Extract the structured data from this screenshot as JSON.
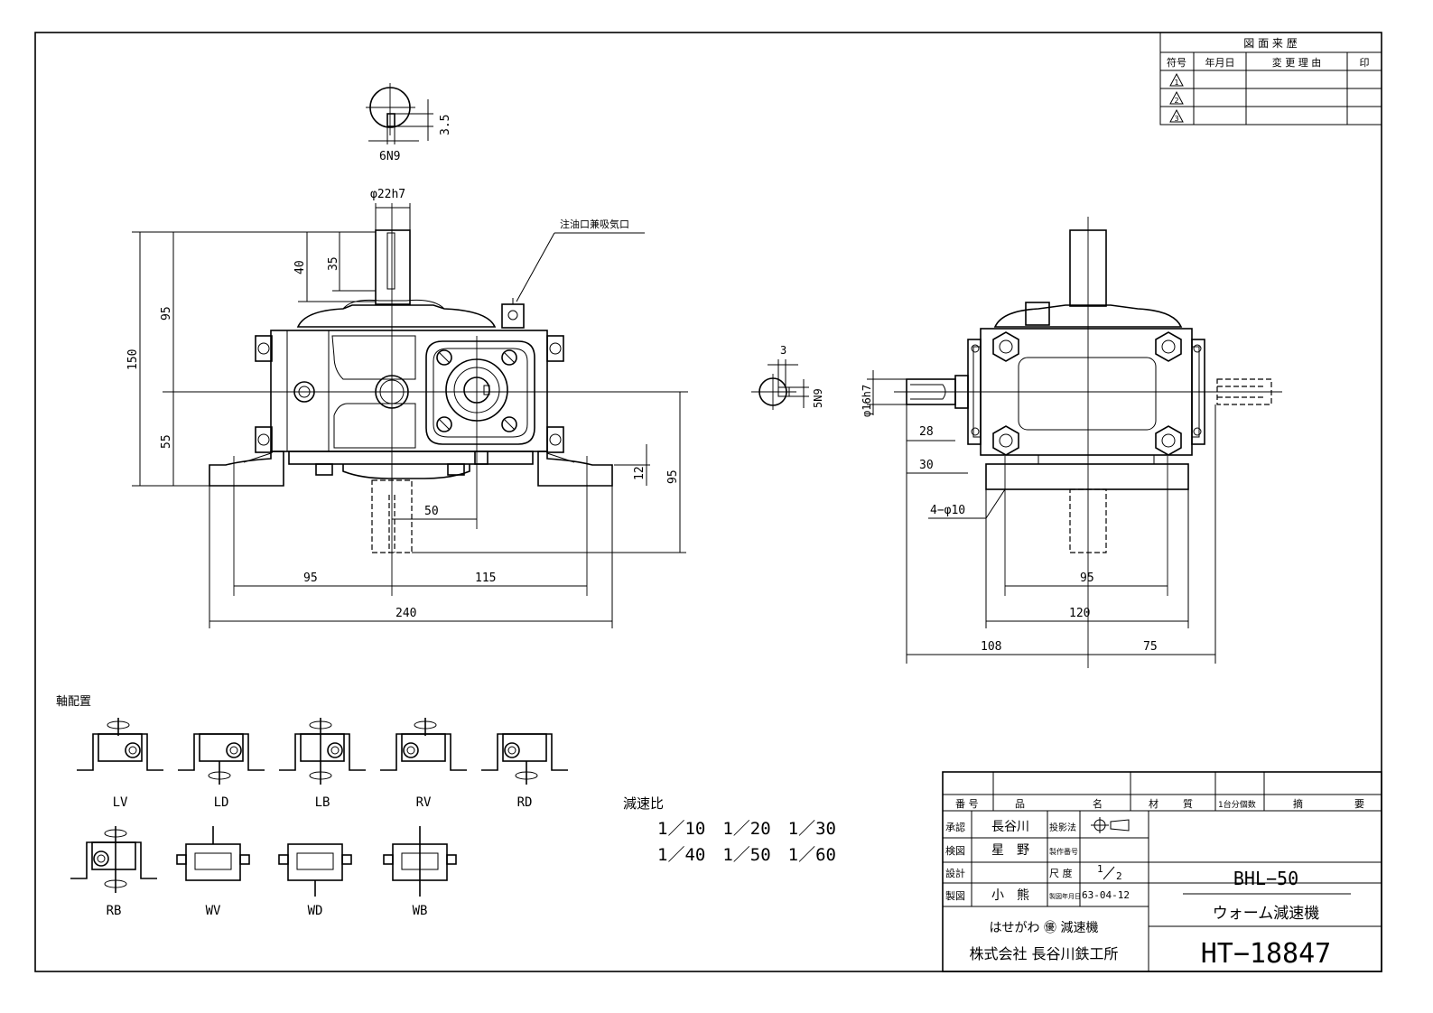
{
  "revision_table": {
    "title": "図 面 来 歴",
    "headers": [
      "符号",
      "年月日",
      "変 更 理 由",
      "印"
    ],
    "marks": [
      "1",
      "2",
      "3"
    ]
  },
  "notes": {
    "oil_port": "注油口兼吸気口",
    "shaft_layout_title": "軸配置",
    "ratio_title": "減速比",
    "ratio_line1": "1／10　1／20　1／30",
    "ratio_line2": "1／40　1／50　1／60"
  },
  "dimensions": {
    "key_height": "3.5",
    "key_width": "6N9",
    "output_shaft": "φ22h7",
    "d40": "40",
    "d35": "35",
    "d95_upper": "95",
    "d150": "150",
    "d55": "55",
    "d12": "12",
    "d95_right": "95",
    "d50": "50",
    "d95_base": "95",
    "d115": "115",
    "d240": "240",
    "small_key_depth": "3",
    "small_key_width": "5N9",
    "input_shaft": "φ16h7",
    "d28": "28",
    "d30": "30",
    "holes": "4−φ10",
    "side_95": "95",
    "side_120": "120",
    "side_108": "108",
    "side_75": "75"
  },
  "arrangements": [
    "LV",
    "LD",
    "LB",
    "RV",
    "RD",
    "RB",
    "WV",
    "WD",
    "WB"
  ],
  "title_block": {
    "headers": [
      "番 号",
      "品",
      "名",
      "材",
      "質",
      "1台分個数",
      "摘",
      "要"
    ],
    "approve_label": "承認",
    "approve_name": "長谷川",
    "projection_label": "投影法",
    "check_label": "検図",
    "check_name": "星　野",
    "prod_no_label": "製作番号",
    "design_label": "設計",
    "scale_label": "尺 度",
    "scale_num": "1",
    "scale_den": "2",
    "draw_label": "製図",
    "draw_name": "小　熊",
    "date_label": "製図年月日",
    "date_value": "63-04-12",
    "model": "BHL−50",
    "product_name": "ウォーム減速機",
    "brand_line": "はせがわ ㊝ 減速機",
    "company": "株式会社 長谷川鉄工所",
    "drawing_number": "HT−18847"
  }
}
